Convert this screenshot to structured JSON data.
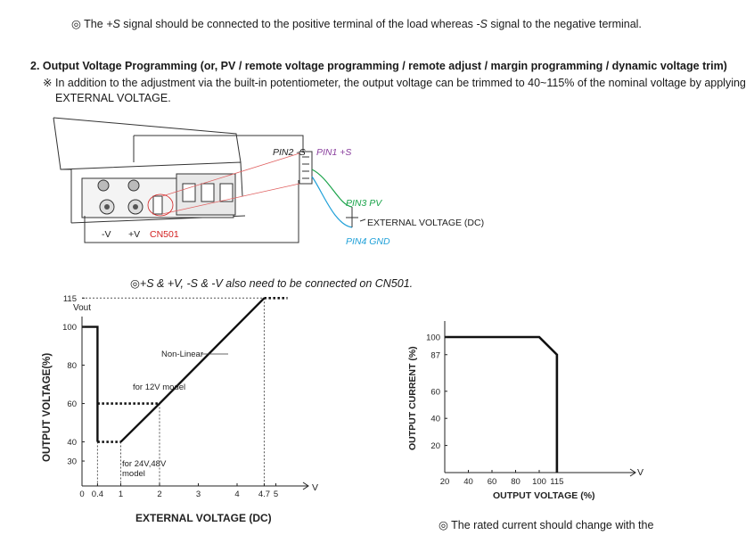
{
  "top_note": {
    "mark": "◎",
    "p1": " The ",
    "s_plus": "+S",
    "p2": " signal should be connected to the positive terminal of the load whereas ",
    "s_minus": "-S",
    "p3": " signal to the negative terminal."
  },
  "section2": {
    "heading": "2. Output Voltage Programming (or, PV / remote voltage programming / remote adjust / margin programming / dynamic voltage trim)",
    "note_mark": "※",
    "note_line1": "In addition to the adjustment via the built-in potentiometer, the output voltage can be trimmed to 40~115% of the nominal voltage by applying",
    "note_line2": "EXTERNAL VOLTAGE."
  },
  "diagram": {
    "pin2": "PIN2 -S",
    "pin1": "PIN1 +S",
    "pin3": "PIN3 PV",
    "pin4": "PIN4 GND",
    "external_voltage": "EXTERNAL VOLTAGE (DC)",
    "label_minus_v": "-V",
    "label_plus_v": "+V",
    "label_cn": "CN501",
    "colors": {
      "pin1": "#8a3f9e",
      "pin3": "#1aa34a",
      "pin4": "#1fa0d8",
      "wire": "#e06060",
      "cn": "#d32020"
    }
  },
  "connect_note": {
    "mark": "◎",
    "text": "+S & +V, -S & -V also need to be connected on CN501."
  },
  "chart_data": [
    {
      "type": "line",
      "title": "",
      "ylabel": "OUTPUT  VOLTAGE(%)",
      "y_unit_label": "Vout",
      "xlabel": "EXTERNAL VOLTAGE (DC)",
      "x_axis_end_label": "V",
      "x_ticks": [
        "0",
        "0.4",
        "1",
        "2",
        "3",
        "4",
        "4.7",
        "5"
      ],
      "y_ticks": [
        "30",
        "40",
        "60",
        "80",
        "100",
        "115"
      ],
      "annotations": [
        "Non-Linear",
        "for 12V model",
        "for 24V,48V model"
      ],
      "series": [
        {
          "name": "for 12V model",
          "points": [
            [
              0,
              100
            ],
            [
              0.4,
              100
            ],
            [
              0.4,
              60
            ],
            [
              2,
              60
            ],
            [
              4.7,
              115
            ],
            [
              5,
              115
            ]
          ]
        },
        {
          "name": "for 24V,48V model",
          "points": [
            [
              0.4,
              40
            ],
            [
              1,
              40
            ],
            [
              2,
              60
            ]
          ]
        }
      ]
    },
    {
      "type": "line",
      "title": "",
      "ylabel": "OUTPUT CURRENT (%)",
      "xlabel": "OUTPUT VOLTAGE (%)",
      "x_axis_end_label": "V",
      "x_ticks": [
        "20",
        "40",
        "60",
        "80",
        "100",
        "115"
      ],
      "y_ticks": [
        "20",
        "40",
        "60",
        "87",
        "100"
      ],
      "series": [
        {
          "points": [
            [
              20,
              100
            ],
            [
              100,
              100
            ],
            [
              115,
              87
            ],
            [
              115,
              0
            ]
          ]
        }
      ]
    }
  ],
  "bottom_note": {
    "mark": "◎",
    "text": "The rated current should change with the"
  }
}
